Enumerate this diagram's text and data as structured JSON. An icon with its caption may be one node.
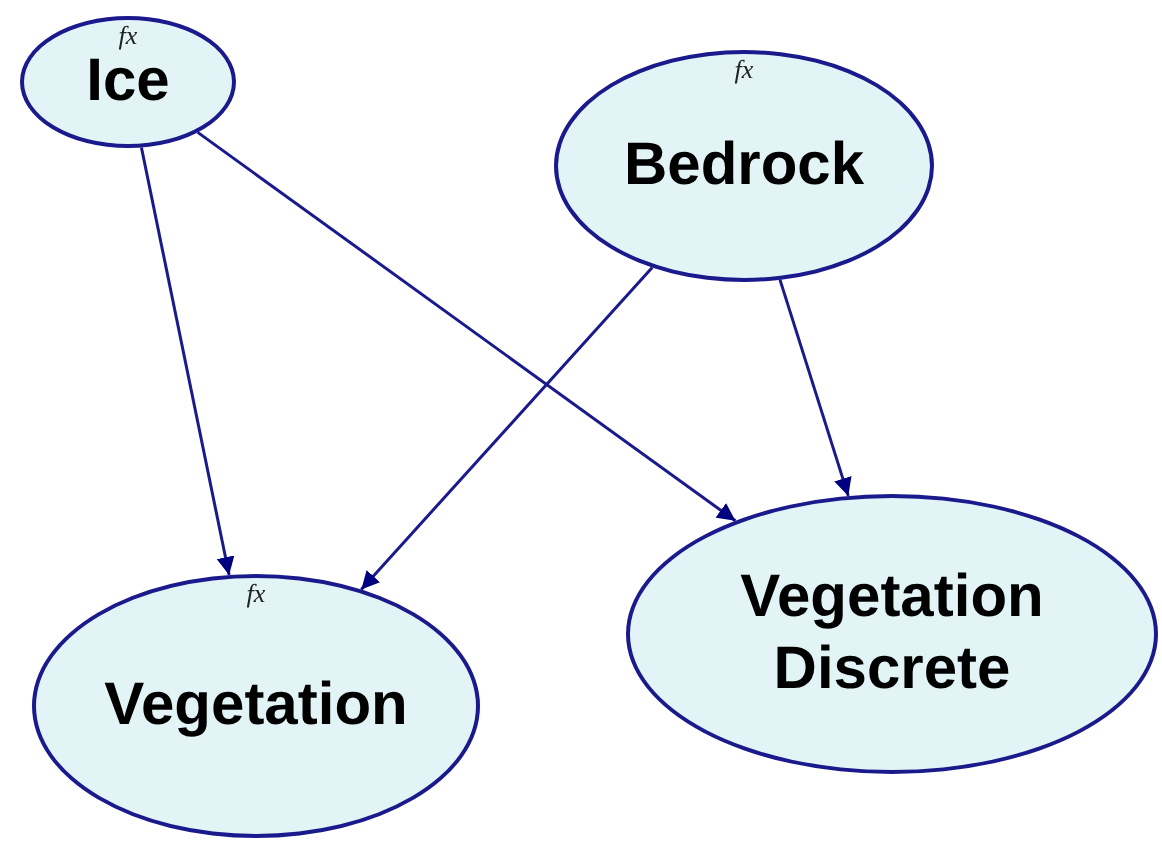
{
  "diagram": {
    "nodes": [
      {
        "text": [
          "fx",
          "Ice"
        ]
      },
      {
        "text": [
          "fx",
          "Bedrock"
        ]
      },
      {
        "text": [
          "fx",
          "Vegetation"
        ]
      },
      {
        "text": [
          "Vegetation Discrete"
        ]
      }
    ],
    "edges": [
      {
        "from": 0,
        "to": 2,
        "arrow": "to"
      },
      {
        "from": 0,
        "to": 3,
        "arrow": "to"
      },
      {
        "from": 1,
        "to": 2,
        "arrow": "to"
      },
      {
        "from": 1,
        "to": 3,
        "arrow": "to"
      }
    ]
  }
}
